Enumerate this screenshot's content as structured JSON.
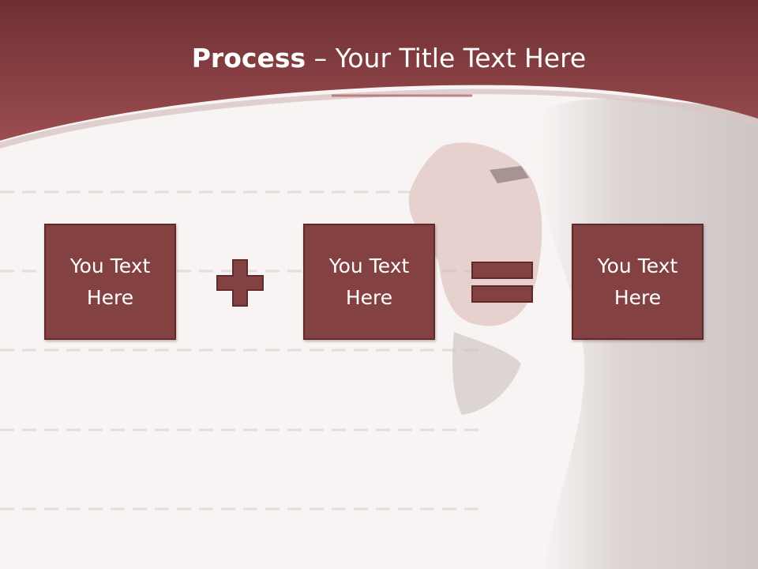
{
  "title": {
    "bold": "Process",
    "rest": " – Your Title Text Here"
  },
  "boxes": [
    {
      "text": "You Text Here"
    },
    {
      "text": "You Text Here"
    },
    {
      "text": "You Text Here"
    }
  ],
  "operators": [
    "plus-icon",
    "equals-icon"
  ],
  "colors": {
    "header": "#8a3f41",
    "box_fill": "#834142",
    "box_border": "#5e2b2d",
    "background": "#f8f4f3"
  }
}
